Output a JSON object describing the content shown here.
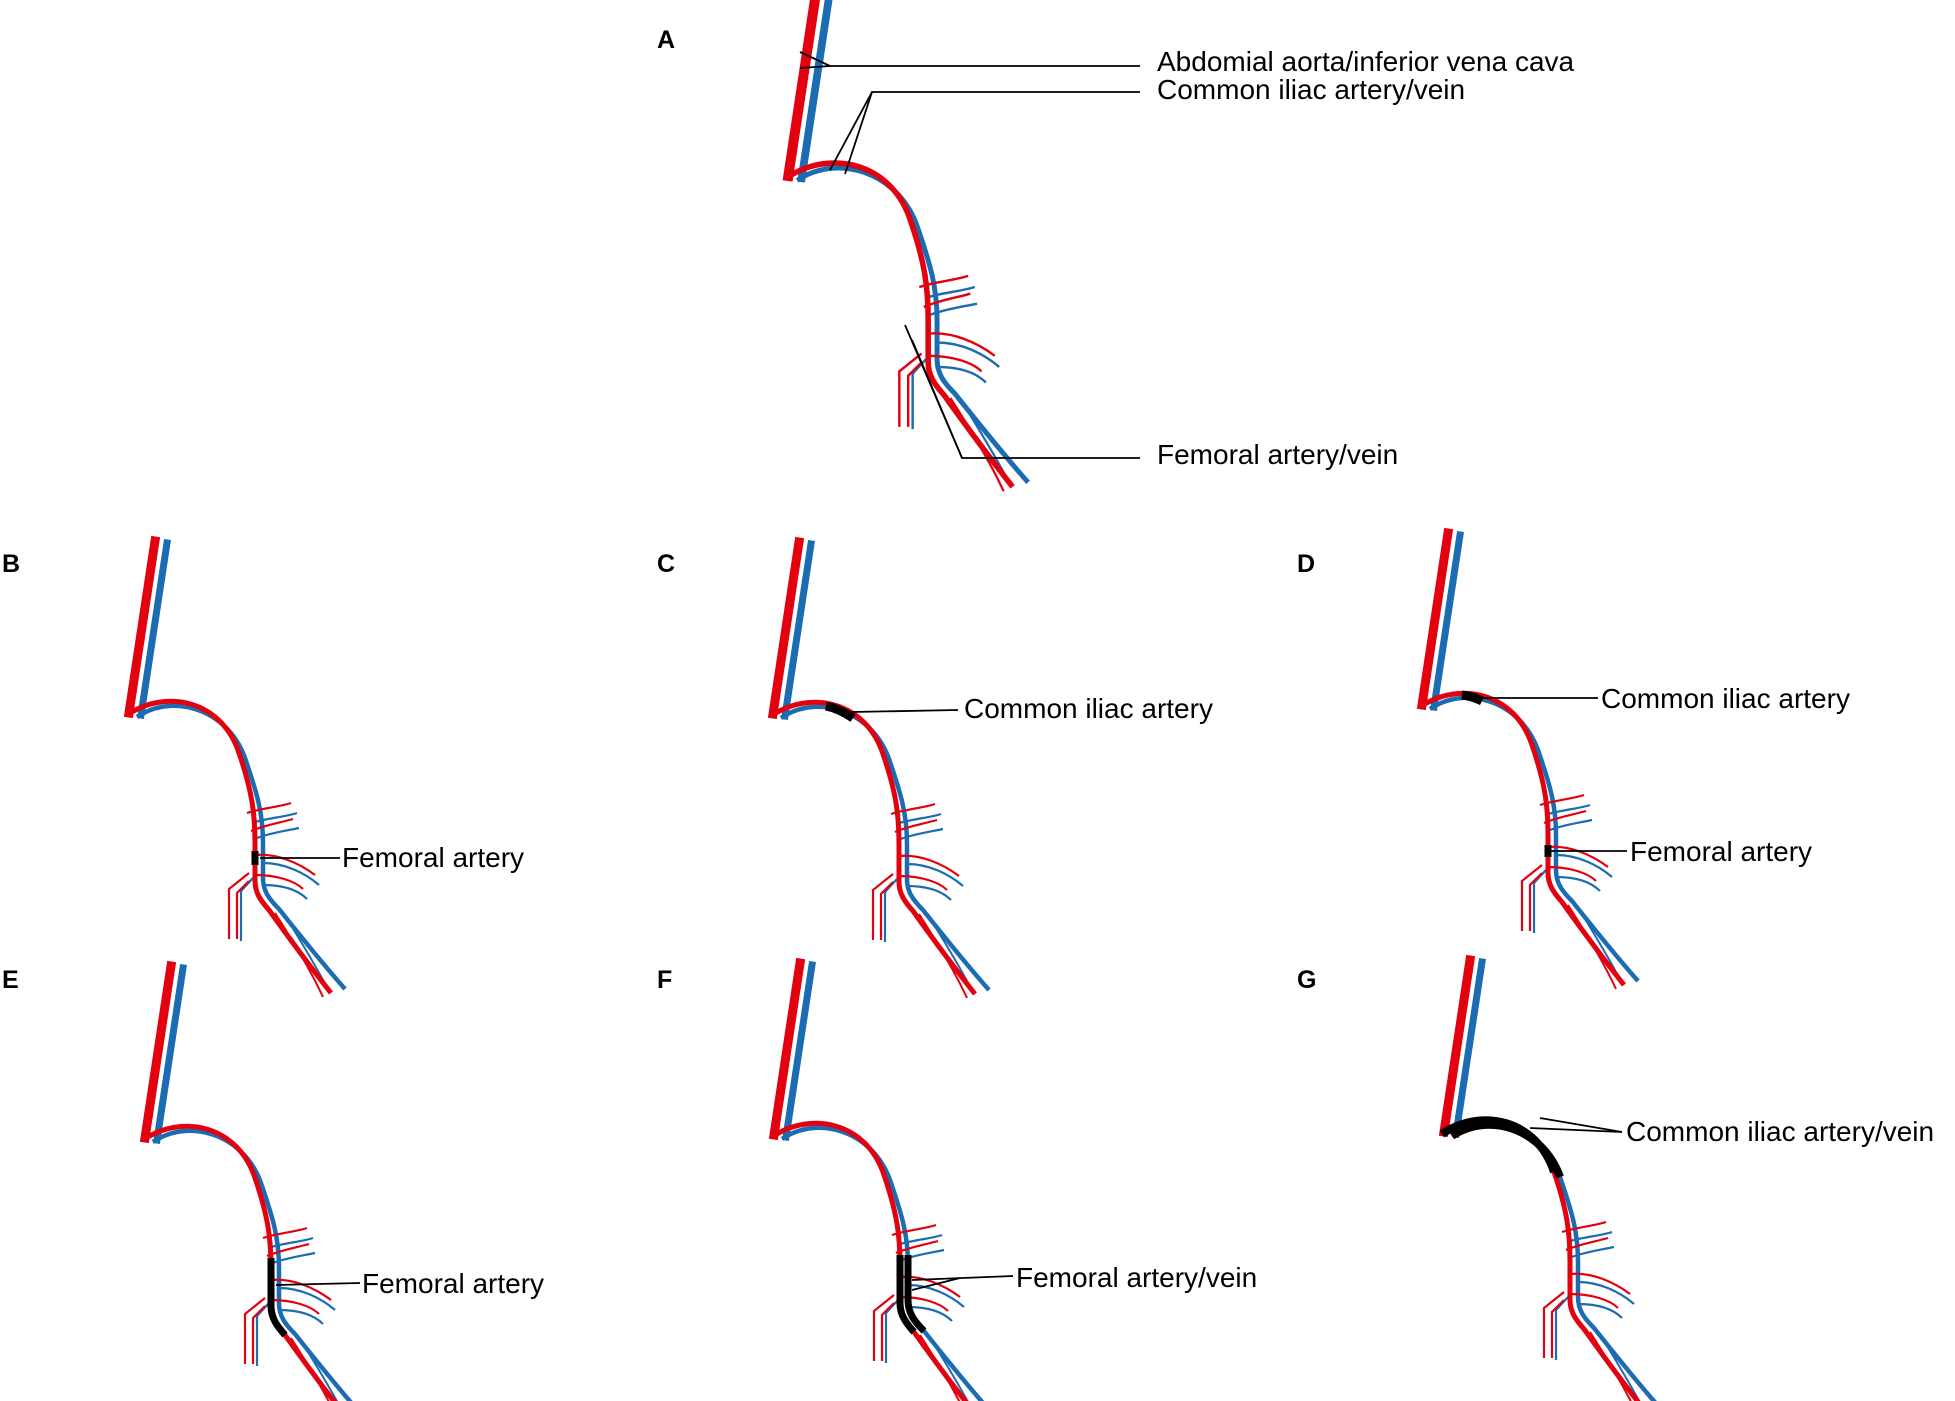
{
  "colors": {
    "artery": "#e3000f",
    "vein": "#1b6cb3",
    "highlight": "#000000",
    "leader": "#000000"
  },
  "panels": {
    "A": {
      "label": "A",
      "callouts": [
        "Abdomial aorta/inferior vena cava",
        "Common iliac artery/vein",
        "Femoral artery/vein"
      ]
    },
    "B": {
      "label": "B",
      "callouts": [
        "Femoral artery"
      ]
    },
    "C": {
      "label": "C",
      "callouts": [
        "Common iliac artery"
      ]
    },
    "D": {
      "label": "D",
      "callouts": [
        "Common iliac artery",
        "Femoral artery"
      ]
    },
    "E": {
      "label": "E",
      "callouts": [
        "Femoral artery"
      ]
    },
    "F": {
      "label": "F",
      "callouts": [
        "Femoral artery/vein"
      ]
    },
    "G": {
      "label": "G",
      "callouts": [
        "Common iliac artery/vein"
      ]
    }
  }
}
